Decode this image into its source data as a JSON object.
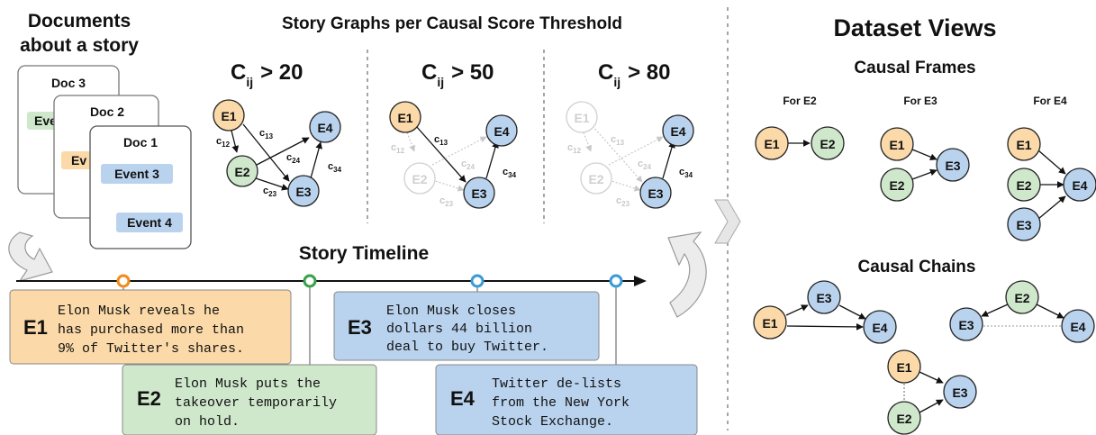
{
  "left": {
    "heading_line1": "Documents",
    "heading_line2": "about a story",
    "docs": [
      {
        "title": "Doc 3",
        "events": [
          "Eve"
        ]
      },
      {
        "title": "Doc 2",
        "events": [
          "Ev"
        ]
      },
      {
        "title": "Doc 1",
        "events": [
          "Event 3",
          "Event 4"
        ]
      }
    ]
  },
  "graphs": {
    "heading": "Story Graphs per Causal Score Threshold",
    "panels": [
      {
        "c": "C",
        "sub": "ij",
        "op": "> 20"
      },
      {
        "c": "C",
        "sub": "ij",
        "op": "> 50"
      },
      {
        "c": "C",
        "sub": "ij",
        "op": "> 80"
      }
    ],
    "nodes": {
      "e1": "E1",
      "e2": "E2",
      "e3": "E3",
      "e4": "E4"
    },
    "edge_labels": {
      "c12": "c",
      "s12": "12",
      "c13": "c",
      "s13": "13",
      "c24": "c",
      "s24": "24",
      "c23": "c",
      "s23": "23",
      "c34": "c",
      "s34": "34"
    }
  },
  "timeline": {
    "heading": "Story Timeline",
    "events": [
      {
        "id": "E1",
        "lines": [
          "Elon Musk reveals he",
          "has purchased more than",
          "9% of Twitter's shares."
        ]
      },
      {
        "id": "E2",
        "lines": [
          "Elon Musk puts the",
          "takeover temporarily",
          "on hold."
        ]
      },
      {
        "id": "E3",
        "lines": [
          "Elon Musk closes",
          "dollars 44 billion",
          "deal to buy Twitter."
        ]
      },
      {
        "id": "E4",
        "lines": [
          "Twitter de-lists",
          "from the New York",
          "Stock Exchange."
        ]
      }
    ]
  },
  "dataset": {
    "heading": "Dataset Views",
    "frames_heading": "Causal Frames",
    "frame_labels": [
      "For E2",
      "For E3",
      "For E4"
    ],
    "chains_heading": "Causal Chains"
  },
  "colors": {
    "orange": "#fbd9a8",
    "green": "#cfe8cc",
    "blue": "#b9d3ee",
    "orange_ring": "#f08c1a",
    "green_ring": "#3aa04a",
    "blue_ring": "#3a9bd5",
    "faded": "#d0d0d0"
  }
}
